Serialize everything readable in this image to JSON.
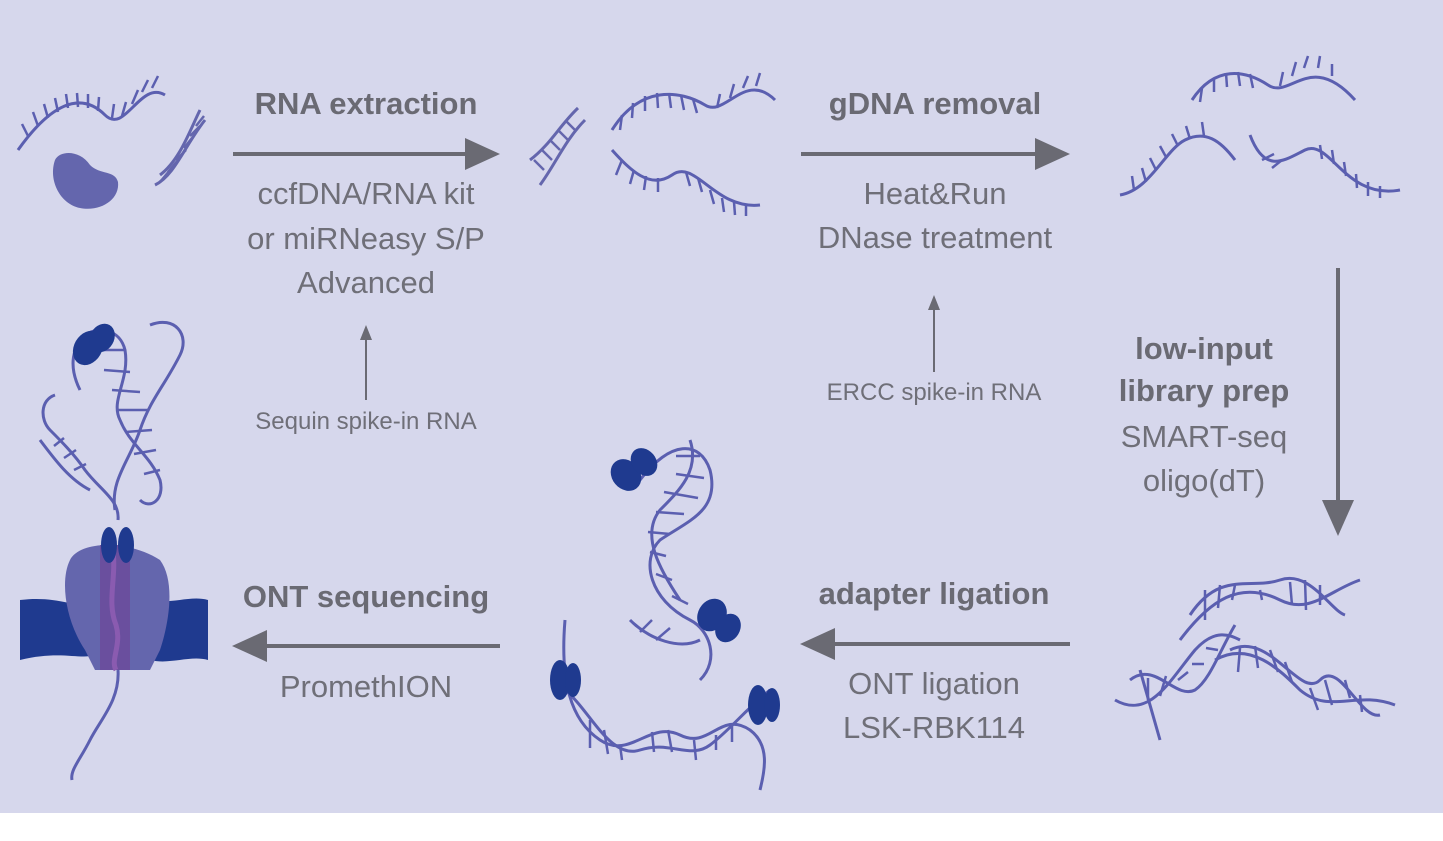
{
  "steps": {
    "rna_extraction": {
      "title": "RNA extraction",
      "line1": "ccfDNA/RNA kit",
      "line2": "or miRNeasy S/P",
      "line3": "Advanced"
    },
    "sequin": {
      "label": "Sequin spike-in RNA"
    },
    "gdna_removal": {
      "title": "gDNA removal",
      "line1": "Heat&Run",
      "line2": "DNase treatment"
    },
    "ercc": {
      "label": "ERCC spike-in RNA"
    },
    "library_prep": {
      "title1": "low-input",
      "title2": "library prep",
      "line1": "SMART-seq",
      "line2": "oligo(dT)"
    },
    "adapter_ligation": {
      "title": "adapter ligation",
      "line1": "ONT ligation",
      "line2": "LSK-RBK114"
    },
    "ont_sequencing": {
      "title": "ONT sequencing",
      "line1": "PromethION"
    }
  },
  "colors": {
    "background": "#d6d7ec",
    "strand": "#5b5fb0",
    "adapter": "#1f3a8f",
    "pore": "#6466ad",
    "membrane": "#1f3a8f",
    "arrow": "#6a6a73",
    "text": "#6f6f78"
  }
}
